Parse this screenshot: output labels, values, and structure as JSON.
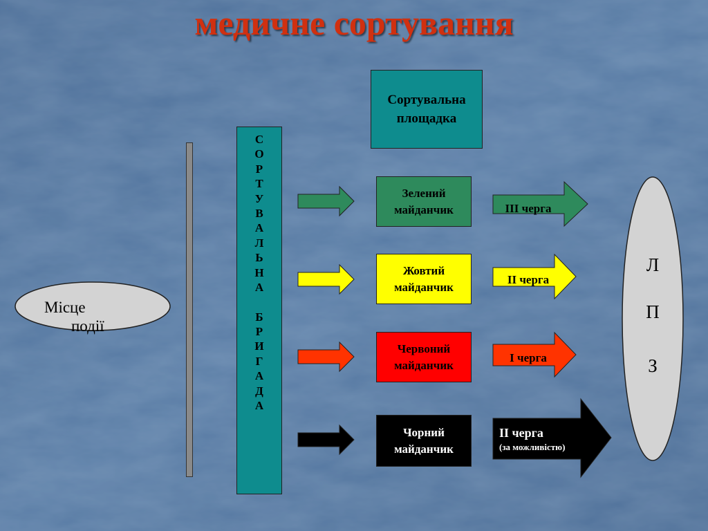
{
  "title": "медичне сортування",
  "sort_area": {
    "line1": "Сортувальна",
    "line2": "площадка"
  },
  "scene": {
    "line1": "Місце",
    "line2": "події"
  },
  "brigade": {
    "letters": [
      "С",
      "О",
      "Р",
      "Т",
      "У",
      "В",
      "А",
      "Л",
      "Ь",
      "Н",
      "А",
      "",
      "Б",
      "Р",
      "И",
      "Г",
      "А",
      "Д",
      "А"
    ]
  },
  "zones": [
    {
      "line1": "Зелений",
      "line2": "майданчик",
      "color": "#2e8a5c"
    },
    {
      "line1": "Жовтий",
      "line2": "майданчик",
      "color": "#ffff00"
    },
    {
      "line1": "Червоний",
      "line2": "майданчик",
      "color": "#ff0000"
    },
    {
      "line1": "Чорний",
      "line2": "майданчик",
      "color": "#000000"
    }
  ],
  "queues": {
    "q3": "ІІІ черга",
    "q2": "ІІ черга",
    "q1": "І черга",
    "q2b": "ІІ черга",
    "q2b_note": "(за можливістю)"
  },
  "hospital": {
    "letters": [
      "Л",
      "П",
      "З"
    ]
  },
  "colors": {
    "title": "#d03010",
    "teal": "#0e8c8e",
    "background": "#4a6a92"
  }
}
